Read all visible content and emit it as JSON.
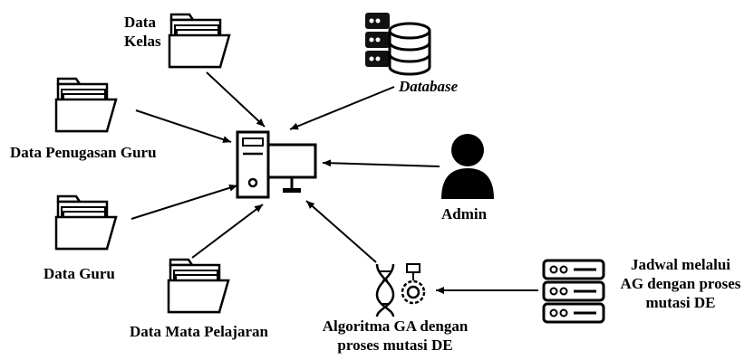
{
  "diagram": {
    "nodes": {
      "data_kelas": {
        "label_line1": "Data",
        "label_line2": "Kelas",
        "icon": "folder-icon"
      },
      "data_penugasan_guru": {
        "label": "Data Penugasan Guru",
        "icon": "folder-icon"
      },
      "data_guru": {
        "label": "Data Guru",
        "icon": "folder-icon"
      },
      "data_mata_pelajaran": {
        "label": "Data Mata Pelajaran",
        "icon": "folder-icon"
      },
      "database": {
        "label": "Database",
        "icon": "database-icon"
      },
      "system": {
        "icon": "computer-icon"
      },
      "admin": {
        "label": "Admin",
        "icon": "user-icon"
      },
      "algoritma": {
        "label_line1": "Algoritma GA dengan",
        "label_line2": "proses mutasi DE",
        "icon": "dna-gear-icon"
      },
      "jadwal": {
        "label_line1": "Jadwal melalui",
        "label_line2": "AG dengan proses",
        "label_line3": "mutasi DE",
        "icon": "server-icon"
      }
    },
    "edges": [
      {
        "from": "data_kelas",
        "to": "system"
      },
      {
        "from": "database",
        "to": "system"
      },
      {
        "from": "data_penugasan_guru",
        "to": "system"
      },
      {
        "from": "admin",
        "to": "system"
      },
      {
        "from": "data_guru",
        "to": "system"
      },
      {
        "from": "data_mata_pelajaran",
        "to": "system"
      },
      {
        "from": "algoritma",
        "to": "system"
      },
      {
        "from": "jadwal",
        "to": "algoritma"
      }
    ],
    "colors": {
      "stroke": "#000000",
      "fill": "#ffffff",
      "ink": "#000000"
    }
  }
}
